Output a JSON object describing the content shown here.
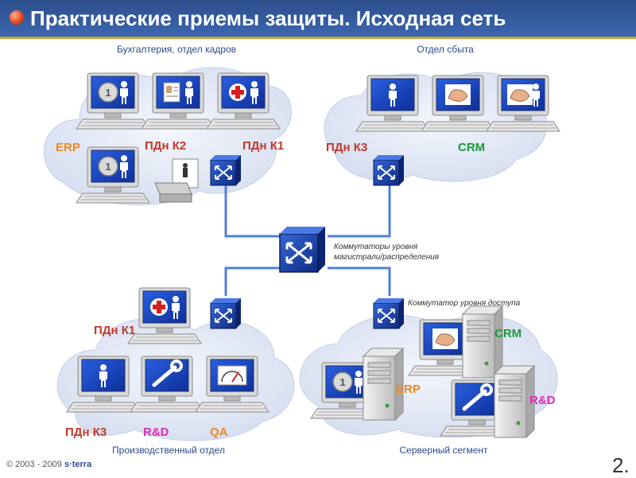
{
  "title": "Практические приемы защиты. Исходная сеть",
  "colors": {
    "title_bg": "#2f5597",
    "cloud": "#dfe6f5",
    "link": "#4f80d9",
    "switch": "#1a3fa8",
    "label_red": "#c0392b",
    "label_orange": "#f08a1c",
    "label_green": "#1a9a3a",
    "label_pink": "#e02ab5"
  },
  "segments": {
    "accounting": "Бухгалтерия, отдел кадров",
    "sales": "Отдел сбыта",
    "production": "Производственный отдел",
    "servers": "Серверный сегмент"
  },
  "labels": {
    "erp_left": "ERP",
    "pdn_k2": "ПДн К2",
    "pdn_k1_top": "ПДн К1",
    "pdn_k3_top": "ПДн К3",
    "crm_top": "CRM",
    "pdn_k1_bottom": "ПДн К1",
    "pdn_k3_bottom": "ПДн К3",
    "rd_bottom": "R&D",
    "qa": "QA",
    "crm_server": "CRM",
    "erp_server": "ERP",
    "rd_server": "R&D"
  },
  "notes": {
    "core_line1": "Коммутаторы уровня",
    "core_line2": "магистрали/распределения",
    "access": "Коммутатор уровня доступа"
  },
  "screen_icons": {
    "acc_1": "coin-icon",
    "acc_2": "id-card-icon",
    "acc_3": "medical-cross-icon",
    "acc_4": "coin-icon",
    "sales_1": "person-icon",
    "sales_2": "handshake-icon",
    "sales_3": "handshake-icon",
    "prod_1": "medical-cross-icon",
    "prod_2": "person-icon",
    "prod_3": "wrench-icon",
    "prod_4": "gauge-icon",
    "srv_1": "handshake-icon",
    "srv_2": "coin-icon",
    "srv_3": "wrench-icon"
  },
  "footer": {
    "copyright": "©",
    "years": "2003 - 2009",
    "brand": "s·terra"
  },
  "page_number": "2."
}
